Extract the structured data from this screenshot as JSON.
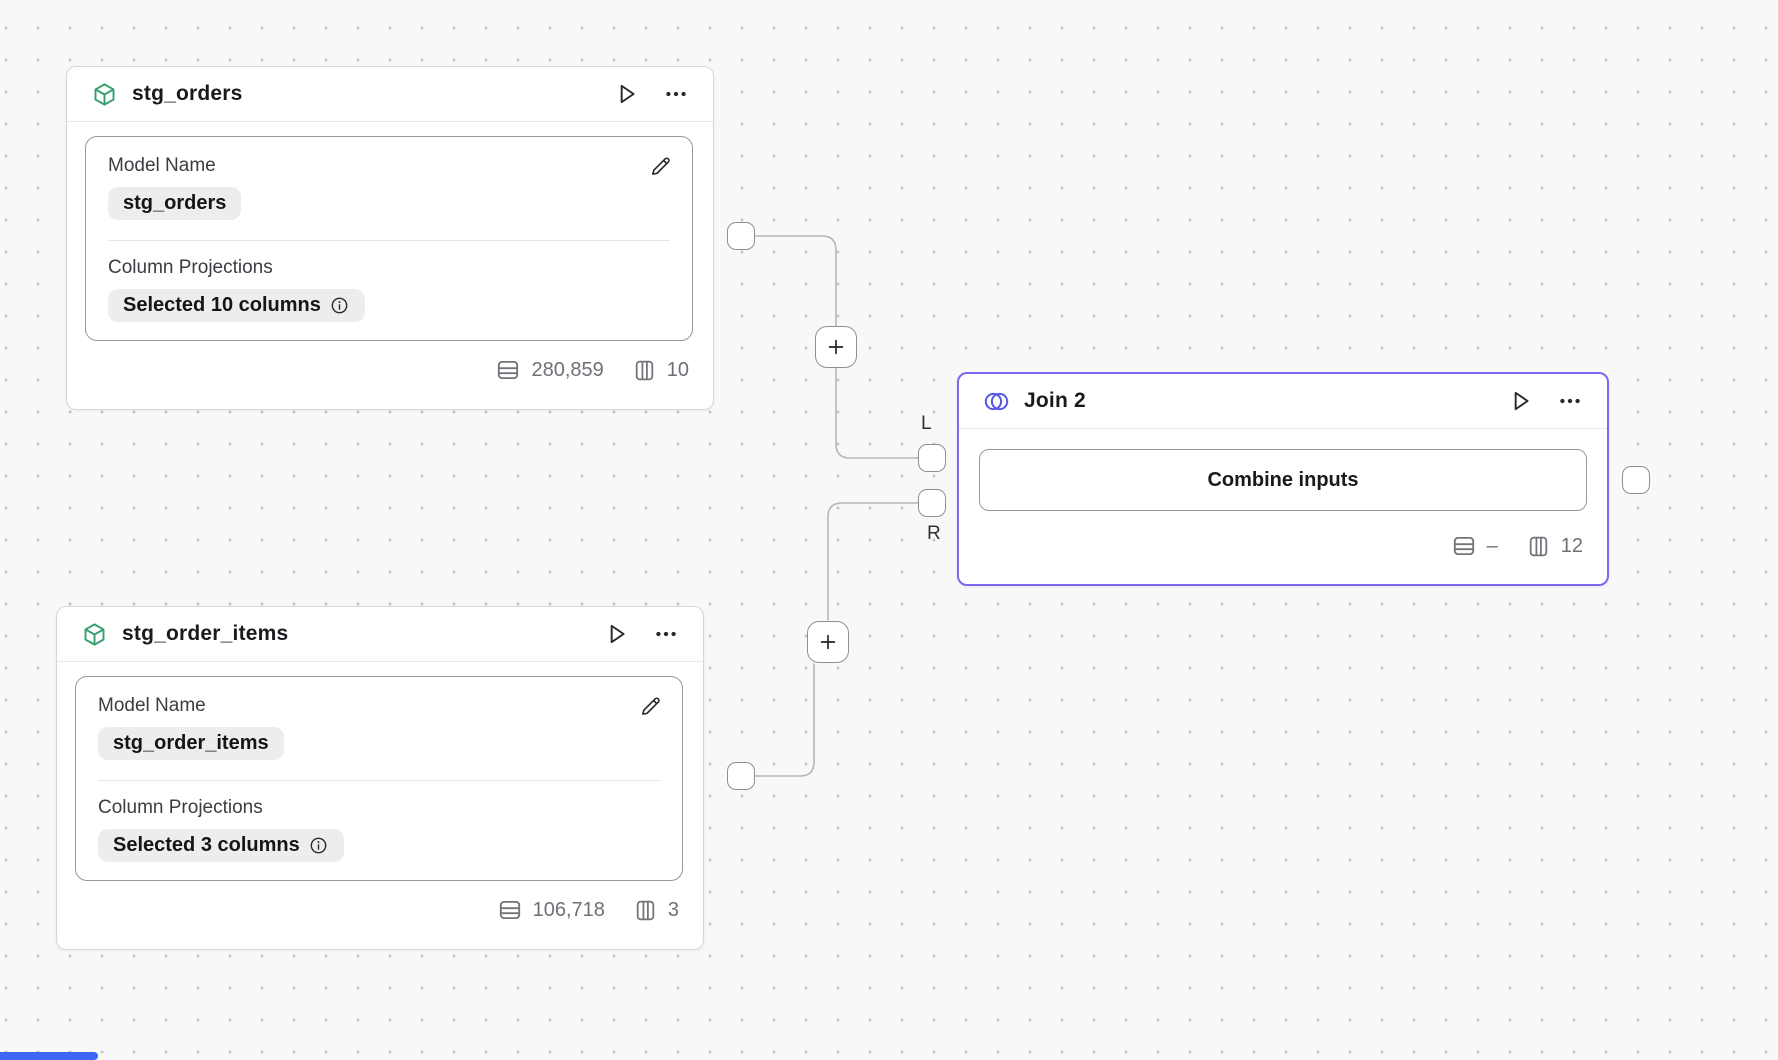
{
  "colors": {
    "accent_purple": "#7d68f0",
    "join_icon_blue": "#5558e6",
    "model_green": "#359e6d",
    "scrollbar_blue": "#4064f4"
  },
  "icons": {
    "model_node": "cube-icon",
    "join_node": "venn-circles-icon",
    "run": "play-icon",
    "menu": "ellipsis-icon",
    "edit": "pencil-icon",
    "row_count": "rows-icon",
    "column_count": "columns-icon",
    "info": "info-icon",
    "add_step": "plus-icon"
  },
  "node_stg_orders": {
    "title": "stg_orders",
    "model_name_label": "Model Name",
    "model_name_value": "stg_orders",
    "projections_label": "Column Projections",
    "projections_value": "Selected 10 columns",
    "rows": "280,859",
    "cols": "10"
  },
  "node_stg_order_items": {
    "title": "stg_order_items",
    "model_name_label": "Model Name",
    "model_name_value": "stg_order_items",
    "projections_label": "Column Projections",
    "projections_value": "Selected 3 columns",
    "rows": "106,718",
    "cols": "3"
  },
  "node_join": {
    "title": "Join 2",
    "combine_button_label": "Combine inputs",
    "rows": "–",
    "cols": "12",
    "left_port_label": "L",
    "right_port_label": "R"
  }
}
